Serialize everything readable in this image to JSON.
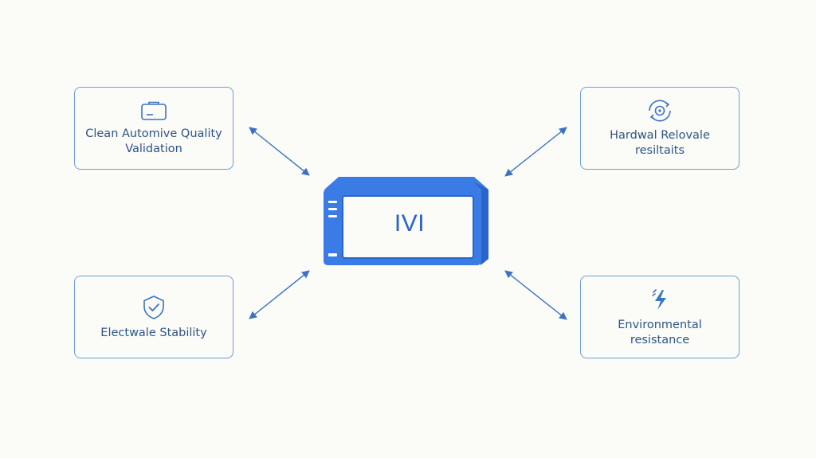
{
  "colors": {
    "background": "#fbfbf7",
    "card_border": "#6f9ed6",
    "card_text": "#2d5587",
    "icon": "#3b74c4",
    "device_blue": "#3a7be6",
    "device_dark": "#2a63c9",
    "arrow": "#3c73c0"
  },
  "center": {
    "label": "IVI",
    "icon": "ivi-display-unit-icon"
  },
  "cards": {
    "top_left": {
      "label": "Clean Automive Quality Validation",
      "icon": "briefcase-icon"
    },
    "top_right": {
      "label": "Hardwal Relovale resiltaits",
      "icon": "gear-cycle-icon"
    },
    "bottom_left": {
      "label": "Electwale Stability",
      "icon": "shield-check-icon"
    },
    "bottom_right": {
      "label": "Environmental resistance",
      "icon": "lightning-icon"
    }
  }
}
